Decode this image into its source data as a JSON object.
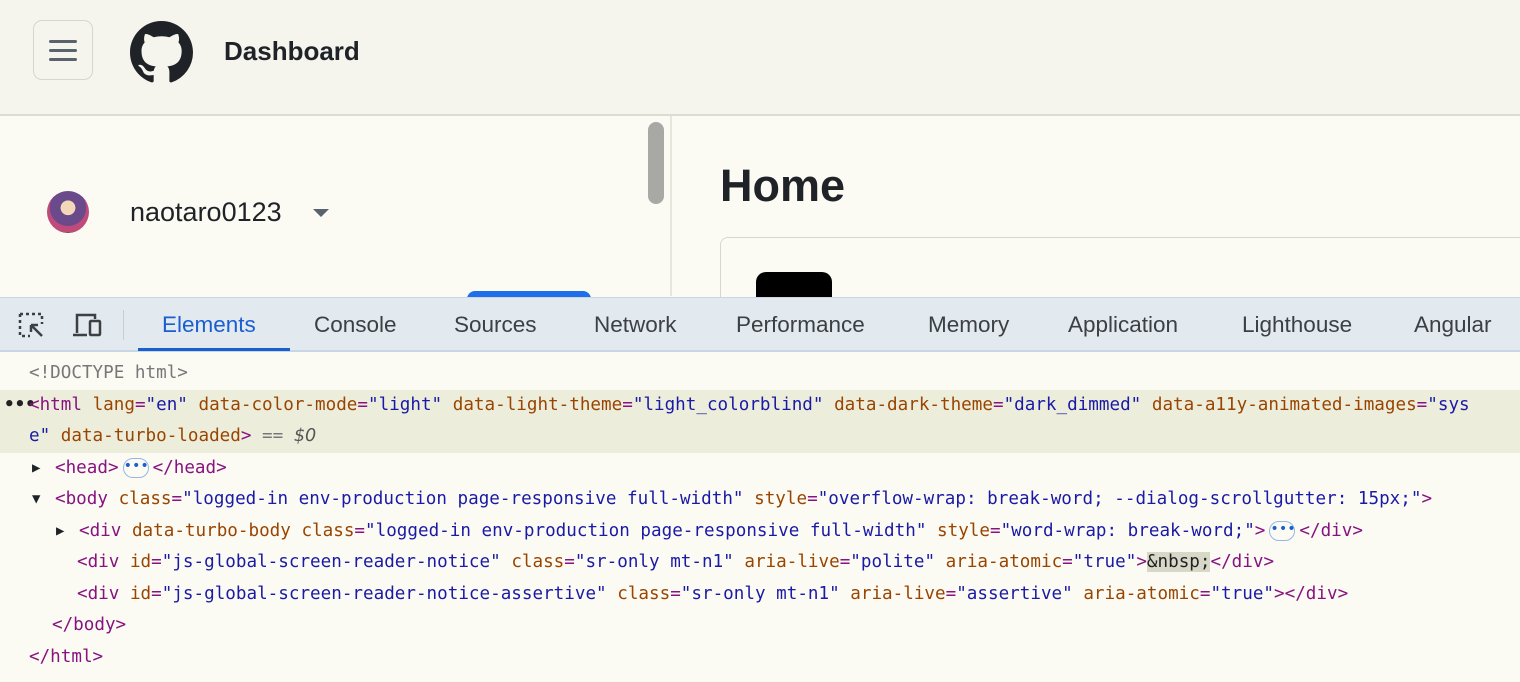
{
  "header": {
    "title": "Dashboard",
    "menu_icon": "hamburger-icon",
    "logo": "github-logo"
  },
  "sidebar": {
    "username": "naotaro0123"
  },
  "main": {
    "title": "Home"
  },
  "devtools": {
    "tabs": [
      {
        "label": "Elements",
        "active": true
      },
      {
        "label": "Console"
      },
      {
        "label": "Sources"
      },
      {
        "label": "Network"
      },
      {
        "label": "Performance"
      },
      {
        "label": "Memory"
      },
      {
        "label": "Application"
      },
      {
        "label": "Lighthouse"
      },
      {
        "label": "Angular"
      }
    ],
    "accent": "#1a5fd0",
    "lines": [
      {
        "indent": 0,
        "tri": "",
        "tokens": [
          [
            "gray",
            "<!DOCTYPE html>"
          ]
        ]
      },
      {
        "indent": 0,
        "tri": "",
        "sel": true,
        "dots": "•••",
        "tokens": [
          [
            "tag",
            "<html"
          ],
          [
            "plain",
            " "
          ],
          [
            "attr",
            "lang"
          ],
          [
            "tag",
            "="
          ],
          [
            "val",
            "\"en\""
          ],
          [
            "plain",
            " "
          ],
          [
            "attr",
            "data-color-mode"
          ],
          [
            "tag",
            "="
          ],
          [
            "val",
            "\"light\""
          ],
          [
            "plain",
            " "
          ],
          [
            "attr",
            "data-light-theme"
          ],
          [
            "tag",
            "="
          ],
          [
            "val",
            "\"light_colorblind\""
          ],
          [
            "plain",
            " "
          ],
          [
            "attr",
            "data-dark-theme"
          ],
          [
            "tag",
            "="
          ],
          [
            "val",
            "\"dark_dimmed\""
          ],
          [
            "plain",
            " "
          ],
          [
            "attr",
            "data-a11y-animated-images"
          ],
          [
            "tag",
            "="
          ],
          [
            "val",
            "\"sys"
          ]
        ]
      },
      {
        "indent": 0,
        "tri": "",
        "sel": true,
        "tokens": [
          [
            "val",
            "e\""
          ],
          [
            "plain",
            " "
          ],
          [
            "attr",
            "data-turbo-loaded"
          ],
          [
            "tag",
            ">"
          ],
          [
            "gray",
            " == "
          ],
          [
            "dollar",
            "$0"
          ]
        ]
      },
      {
        "indent": 1,
        "tri": "▶",
        "tokens": [
          [
            "tag",
            "<head>"
          ],
          [
            "ell",
            "•••"
          ],
          [
            "tag",
            "</head>"
          ]
        ]
      },
      {
        "indent": 1,
        "tri": "▼",
        "tokens": [
          [
            "tag",
            "<body"
          ],
          [
            "plain",
            " "
          ],
          [
            "attr",
            "class"
          ],
          [
            "tag",
            "="
          ],
          [
            "val",
            "\"logged-in env-production page-responsive full-width\""
          ],
          [
            "plain",
            " "
          ],
          [
            "attr",
            "style"
          ],
          [
            "tag",
            "="
          ],
          [
            "val",
            "\"overflow-wrap: break-word; --dialog-scrollgutter: 15px;\""
          ],
          [
            "tag",
            ">"
          ]
        ]
      },
      {
        "indent": 2,
        "tri": "▶",
        "tokens": [
          [
            "tag",
            "<div"
          ],
          [
            "plain",
            " "
          ],
          [
            "attr",
            "data-turbo-body"
          ],
          [
            "plain",
            " "
          ],
          [
            "attr",
            "class"
          ],
          [
            "tag",
            "="
          ],
          [
            "val",
            "\"logged-in env-production page-responsive full-width\""
          ],
          [
            "plain",
            " "
          ],
          [
            "attr",
            "style"
          ],
          [
            "tag",
            "="
          ],
          [
            "val",
            "\"word-wrap: break-word;\""
          ],
          [
            "tag",
            ">"
          ],
          [
            "ell",
            "•••"
          ],
          [
            "tag",
            "</div>"
          ]
        ]
      },
      {
        "indent": 2,
        "tri": "",
        "tokens": [
          [
            "tag",
            "<div"
          ],
          [
            "plain",
            " "
          ],
          [
            "attr",
            "id"
          ],
          [
            "tag",
            "="
          ],
          [
            "val",
            "\"js-global-screen-reader-notice\""
          ],
          [
            "plain",
            " "
          ],
          [
            "attr",
            "class"
          ],
          [
            "tag",
            "="
          ],
          [
            "val",
            "\"sr-only mt-n1\""
          ],
          [
            "plain",
            " "
          ],
          [
            "attr",
            "aria-live"
          ],
          [
            "tag",
            "="
          ],
          [
            "val",
            "\"polite\""
          ],
          [
            "plain",
            " "
          ],
          [
            "attr",
            "aria-atomic"
          ],
          [
            "tag",
            "="
          ],
          [
            "val",
            "\"true\""
          ],
          [
            "tag",
            ">"
          ],
          [
            "ent",
            "&nbsp;"
          ],
          [
            "tag",
            "</div>"
          ]
        ]
      },
      {
        "indent": 2,
        "tri": "",
        "tokens": [
          [
            "tag",
            "<div"
          ],
          [
            "plain",
            " "
          ],
          [
            "attr",
            "id"
          ],
          [
            "tag",
            "="
          ],
          [
            "val",
            "\"js-global-screen-reader-notice-assertive\""
          ],
          [
            "plain",
            " "
          ],
          [
            "attr",
            "class"
          ],
          [
            "tag",
            "="
          ],
          [
            "val",
            "\"sr-only mt-n1\""
          ],
          [
            "plain",
            " "
          ],
          [
            "attr",
            "aria-live"
          ],
          [
            "tag",
            "="
          ],
          [
            "val",
            "\"assertive\""
          ],
          [
            "plain",
            " "
          ],
          [
            "attr",
            "aria-atomic"
          ],
          [
            "tag",
            "="
          ],
          [
            "val",
            "\"true\""
          ],
          [
            "tag",
            "></div>"
          ]
        ]
      },
      {
        "indent": 1,
        "tri": "",
        "tokens": [
          [
            "tag",
            "</body>"
          ]
        ]
      },
      {
        "indent": 0,
        "tri": "",
        "tokens": [
          [
            "tag",
            "</html>"
          ]
        ]
      }
    ]
  }
}
